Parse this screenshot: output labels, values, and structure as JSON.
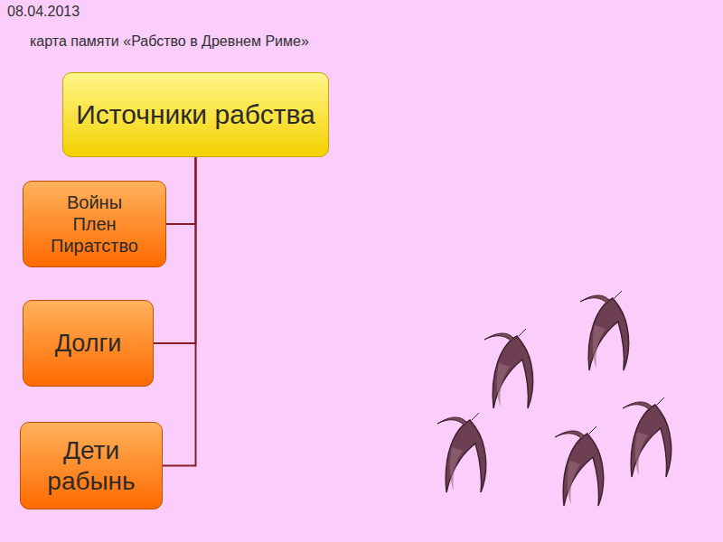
{
  "diagram": {
    "title": "карта памяти «Рабство в Древнем Риме»",
    "nodes": [
      {
        "text": [
          "Источники рабства"
        ]
      },
      {
        "text": [
          "Войны Плен Пиратство"
        ]
      },
      {
        "text": [
          "Долги"
        ]
      },
      {
        "text": [
          "Дети рабынь"
        ]
      }
    ],
    "edges": [
      {
        "from": 0,
        "to": 1,
        "arrow": "none"
      },
      {
        "from": 0,
        "to": 2,
        "arrow": "none"
      },
      {
        "from": 0,
        "to": 3,
        "arrow": "none"
      }
    ],
    "labels": [
      "08.04.2013"
    ]
  }
}
